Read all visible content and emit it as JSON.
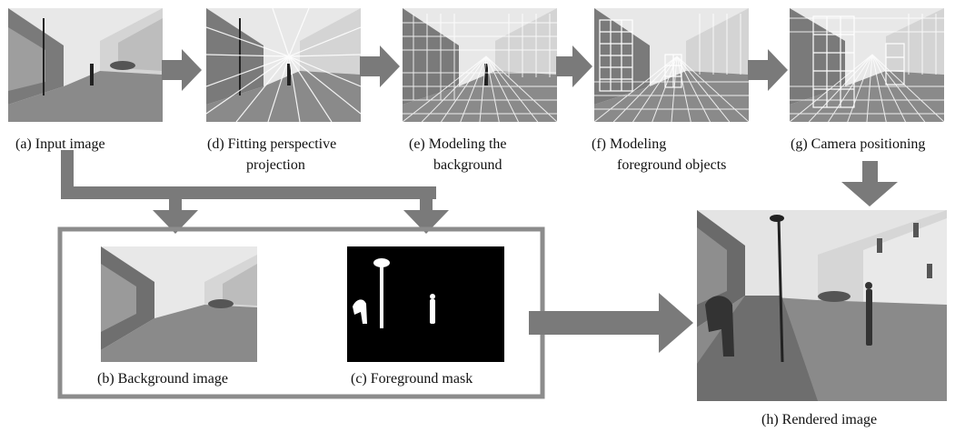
{
  "diagram": {
    "stages": [
      {
        "id": "a",
        "label": "(a) Input image"
      },
      {
        "id": "d",
        "label_line1": "(d) Fitting perspective",
        "label_line2": "projection"
      },
      {
        "id": "e",
        "label_line1": "(e) Modeling the",
        "label_line2": "background"
      },
      {
        "id": "f",
        "label_line1": "(f) Modeling",
        "label_line2": "foreground objects"
      },
      {
        "id": "g",
        "label": "(g) Camera positioning"
      },
      {
        "id": "b",
        "label": "(b) Background image"
      },
      {
        "id": "c",
        "label": "(c) Foreground mask"
      },
      {
        "id": "h",
        "label": "(h) Rendered image"
      }
    ],
    "colors": {
      "arrow": "#7a7a7a",
      "box_border": "#8c8c8c",
      "sky": "#e4e4e4",
      "building_light": "#d8d8d8",
      "building_dark": "#6a6a6a",
      "road": "#8a8a8a",
      "grid_line": "#ffffff",
      "mask_bg": "#000000",
      "mask_fg": "#ffffff"
    }
  }
}
